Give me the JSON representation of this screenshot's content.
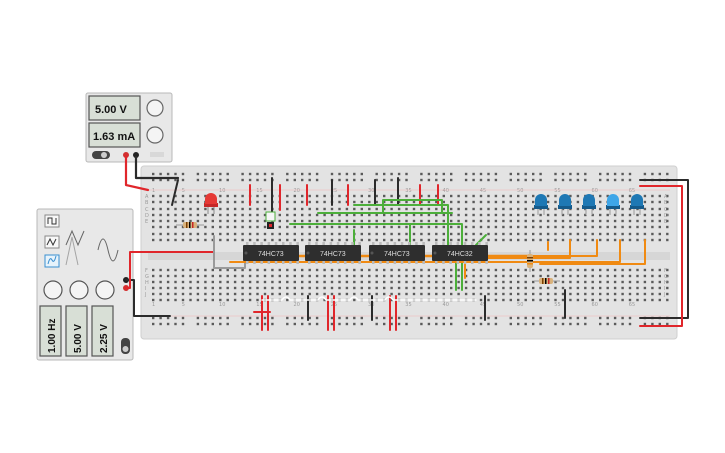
{
  "power_supply": {
    "voltage_display": "5.00 V",
    "current_display": "1.63 mA"
  },
  "function_generator": {
    "frequency_display": "1.00 Hz",
    "amplitude_display": "5.00 V",
    "offset_display": "2.25 V",
    "waveforms": [
      "square-wave-icon",
      "triangle-wave-icon",
      "sine-wave-icon"
    ]
  },
  "chips": [
    {
      "label": "74HC73"
    },
    {
      "label": "74HC73"
    },
    {
      "label": "74HC73"
    },
    {
      "label": "74HC32"
    }
  ],
  "breadboard": {
    "row_labels_top": [
      "A",
      "B",
      "C",
      "D",
      "E"
    ],
    "row_labels_bottom": [
      "F",
      "G",
      "H",
      "I",
      "J"
    ],
    "column_markers": [
      "1",
      "5",
      "10",
      "15",
      "20",
      "25",
      "30",
      "35",
      "40",
      "45",
      "50",
      "55",
      "60",
      "65"
    ]
  },
  "leds": {
    "red_count": 1,
    "blue_count": 5
  },
  "colors": {
    "wire_red": "#e0262b",
    "wire_black": "#2b2b2b",
    "wire_green": "#4caf3a",
    "wire_orange": "#f08a12",
    "wire_white": "#ffffff",
    "wire_gray": "#9a9a9a",
    "led_red": "#e53935",
    "led_blue": "#1e78b4",
    "chip_body": "#2e2e2e",
    "board": "#e3e3e3"
  }
}
